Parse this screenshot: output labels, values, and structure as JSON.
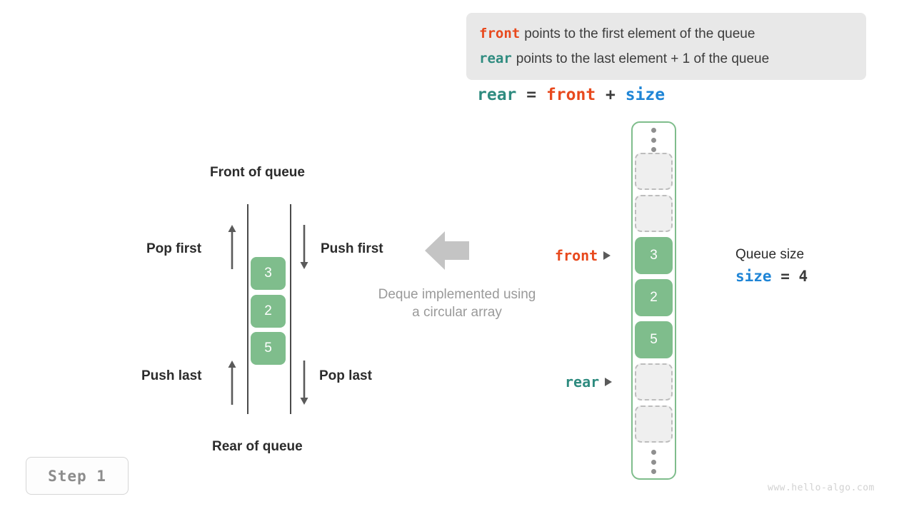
{
  "definition": {
    "lines": [
      {
        "keyword": "front",
        "keyword_color": "#e8491d",
        "text": "points to the first element of the queue"
      },
      {
        "keyword": "rear",
        "keyword_color": "#2e8b7f",
        "text": "points to the last element + 1 of the queue"
      }
    ],
    "background": "#e8e8e8"
  },
  "formula": {
    "lhs": "rear",
    "eq": " = ",
    "rhs_a": "front",
    "plus": " + ",
    "rhs_b": "size"
  },
  "deque": {
    "top_label": "Front of queue",
    "bottom_label": "Rear of queue",
    "cells": [
      "3",
      "2",
      "5"
    ],
    "cell_color": "#7fbd8c",
    "operations": [
      {
        "name": "pop-first",
        "label": "Pop first",
        "direction": "up"
      },
      {
        "name": "push-first",
        "label": "Push first",
        "direction": "down"
      },
      {
        "name": "push-last",
        "label": "Push last",
        "direction": "up"
      },
      {
        "name": "pop-last",
        "label": "Pop last",
        "direction": "down"
      }
    ],
    "caption_line1": "Deque implemented using",
    "caption_line2": "a circular array"
  },
  "array": {
    "border_color": "#7fbd8c",
    "cells": [
      {
        "type": "ellipsis",
        "value": ""
      },
      {
        "type": "empty",
        "value": ""
      },
      {
        "type": "empty",
        "value": ""
      },
      {
        "type": "filled",
        "value": "3"
      },
      {
        "type": "filled",
        "value": "2"
      },
      {
        "type": "filled",
        "value": "5"
      },
      {
        "type": "empty",
        "value": ""
      },
      {
        "type": "empty",
        "value": ""
      },
      {
        "type": "ellipsis",
        "value": ""
      }
    ],
    "pointers": [
      {
        "name": "front",
        "label": "front",
        "color": "#e8491d"
      },
      {
        "name": "rear",
        "label": "rear",
        "color": "#2e8b7f"
      }
    ]
  },
  "queue_size": {
    "title": "Queue size",
    "var": "size",
    "eq": " = ",
    "value": "4",
    "var_color": "#1f85d6"
  },
  "step": {
    "label": "Step 1"
  },
  "watermark": {
    "text": "www.hello-algo.com"
  }
}
